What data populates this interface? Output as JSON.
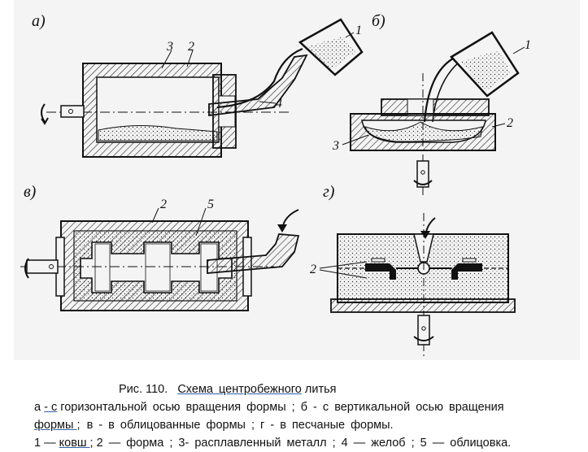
{
  "figure": {
    "panels": [
      {
        "id": "a",
        "letter": "а)",
        "parts": [
          "3",
          "2",
          "1",
          "4"
        ]
      },
      {
        "id": "b",
        "letter": "б)",
        "parts": [
          "1",
          "2",
          "3"
        ]
      },
      {
        "id": "v",
        "letter": "в)",
        "parts": [
          "2",
          "5"
        ]
      },
      {
        "id": "g",
        "letter": "г)",
        "parts": [
          "2"
        ]
      }
    ]
  },
  "caption": {
    "fig_number": "Рис. 110.",
    "title_linked": "Схема центробежного",
    "title_rest": "литья",
    "line2_a_prefix": "а",
    "line2_a_marker": "- с",
    "line2_a_text": "горизонтальной осью вращения формы ; б - с вертикальной осью вращения",
    "line3_first": "формы ;",
    "line3_rest": "в - в облицованные формы ; г - в песчаные формы.",
    "line4_prefix": "1 —",
    "line4_linked": "ковш ;",
    "line4_rest": "2 — форма ; 3- расплавленный металл ; 4 — желоб ; 5 — облицовка."
  },
  "colors": {
    "ink": "#111111",
    "panel_bg": "#f4f4f4",
    "link_underline": "#2f5faa"
  }
}
